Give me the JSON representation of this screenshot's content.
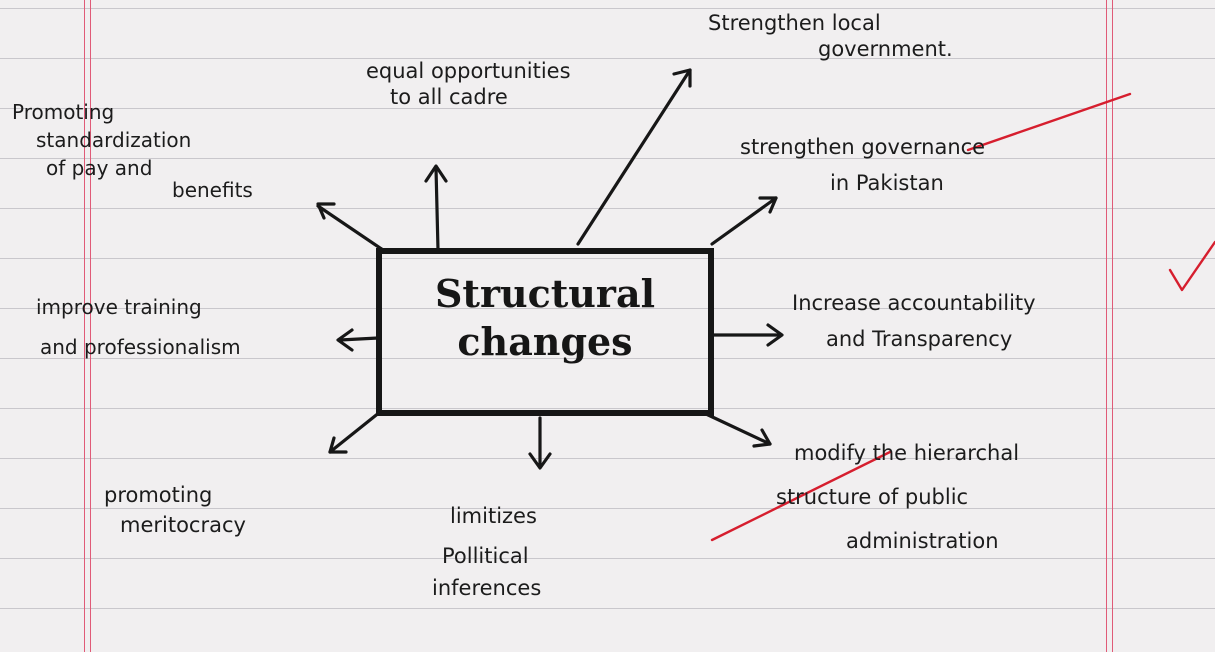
{
  "center": {
    "line1": "Structural",
    "line2": "changes"
  },
  "nodes": {
    "equal": {
      "line1": "equal opportunities",
      "line2": "to all cadre"
    },
    "local": {
      "line1": "Strengthen local",
      "line2": "government."
    },
    "governance": {
      "line1": "strengthen governance",
      "line2": "in Pakistan"
    },
    "accountability": {
      "line1": "Increase accountability",
      "line2": "and Transparency"
    },
    "hierarchical": {
      "line1": "modify the hierarchal",
      "line2": "structure of public",
      "line3": "administration"
    },
    "political": {
      "line1": "limitizes",
      "line2": "Pollitical",
      "line3": "inferences"
    },
    "meritocracy": {
      "line1": "promoting",
      "line2": "meritocracy"
    },
    "training": {
      "line1": "improve training",
      "line2": "and professionalism"
    },
    "pay": {
      "line1": "Promoting",
      "line2": "standardization",
      "line3": "of pay and",
      "line4": "benefits"
    }
  }
}
